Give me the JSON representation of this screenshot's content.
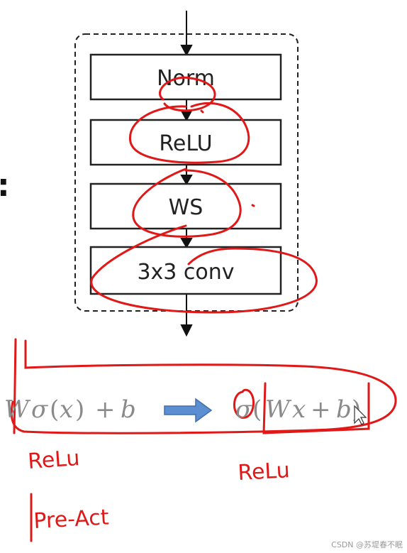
{
  "diagram": {
    "blocks": [
      {
        "id": "norm",
        "label": "Norm"
      },
      {
        "id": "relu",
        "label": "ReLU"
      },
      {
        "id": "ws",
        "label": "WS"
      },
      {
        "id": "conv",
        "label": "3x3 conv"
      }
    ],
    "colon_mark": ":"
  },
  "formula": {
    "left": {
      "w": "W",
      "sigma": "σ",
      "open": "(",
      "x": "x",
      "close": ")",
      "plus": "+",
      "b": "b"
    },
    "right": {
      "sigma": "σ",
      "open": "(",
      "w": "W",
      "x": "x",
      "plus": "+",
      "b": "b",
      "close": ")"
    }
  },
  "annotations": {
    "left_note": "ReLu",
    "right_note": "ReLu",
    "bottom_note": "Pre-Act"
  },
  "watermark": "CSDN @苏堤春不眠",
  "colors": {
    "ink": "#e01818",
    "arrow_fill": "#5b8fd1",
    "arrow_stroke": "#3f6fae",
    "block_border": "#222222",
    "math": "#8a8a8a"
  }
}
